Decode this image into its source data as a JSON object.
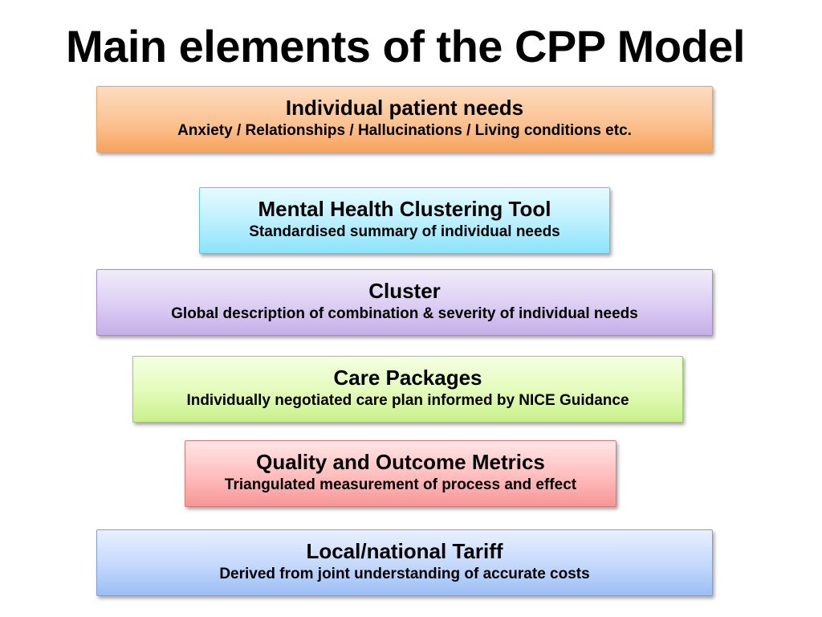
{
  "slide": {
    "title": "Main elements of the CPP Model"
  },
  "boxes": [
    {
      "heading": "Individual patient needs",
      "description": "Anxiety / Relationships / Hallucinations / Living conditions etc.",
      "color": "#fbc08e"
    },
    {
      "heading": "Mental Health Clustering Tool",
      "description": "Standardised summary of individual needs",
      "color": "#b8efff"
    },
    {
      "heading": "Cluster",
      "description": "Global description of combination & severity of individual needs",
      "color": "#dccdf3"
    },
    {
      "heading": "Care Packages",
      "description": "Individually negotiated care plan informed by NICE Guidance",
      "color": "#e2fbb8"
    },
    {
      "heading": "Quality and Outcome Metrics",
      "description": "Triangulated measurement of process and effect",
      "color": "#ffbcbc"
    },
    {
      "heading": "Local/national Tariff",
      "description": "Derived from joint understanding of accurate costs",
      "color": "#c3d8fc"
    }
  ]
}
